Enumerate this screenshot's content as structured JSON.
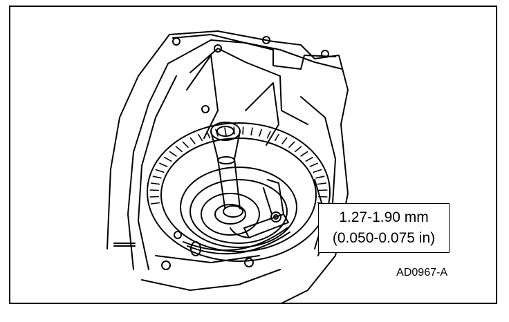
{
  "callout": {
    "line1": "1.27-1.90 mm",
    "line2": "(0.050-0.075 in)"
  },
  "figure_id": "AD0967-A",
  "colors": {
    "ink": "#000000",
    "paper": "#ffffff"
  }
}
